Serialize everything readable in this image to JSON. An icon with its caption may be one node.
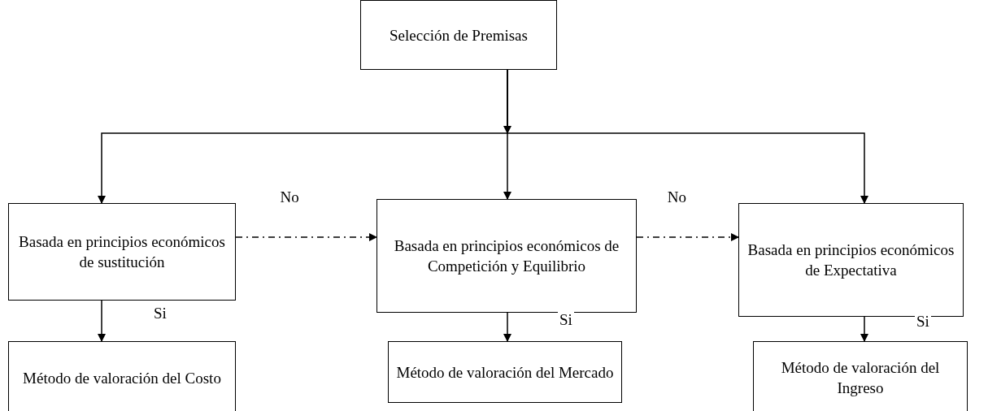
{
  "diagram": {
    "nodes": [
      {
        "text": [
          "Selección de Premisas"
        ]
      },
      {
        "text": [
          "Basada en principios económicos de sustitución"
        ]
      },
      {
        "text": [
          "Basada en principios económicos de Competición y Equilibrio"
        ]
      },
      {
        "text": [
          "Basada en principios económicos de Expectativa"
        ]
      },
      {
        "text": [
          "Método de valoración del Costo"
        ]
      },
      {
        "text": [
          "Método de valoración del Mercado"
        ]
      },
      {
        "text": [
          "Método de valoración del Ingreso"
        ]
      }
    ],
    "edges": [
      {
        "from": 0,
        "to": 1,
        "arrow": "to"
      },
      {
        "from": 0,
        "to": 2,
        "arrow": "to"
      },
      {
        "from": 0,
        "to": 3,
        "arrow": "to"
      },
      {
        "from": 1,
        "to": 2,
        "arrow": "to",
        "label": "No",
        "style": "dashed"
      },
      {
        "from": 2,
        "to": 3,
        "arrow": "to",
        "label": "No",
        "style": "dashed"
      },
      {
        "from": 1,
        "to": 4,
        "arrow": "to",
        "label": "Si"
      },
      {
        "from": 2,
        "to": 5,
        "arrow": "to",
        "label": "Si"
      },
      {
        "from": 3,
        "to": 6,
        "arrow": "to",
        "label": "Si"
      }
    ]
  }
}
